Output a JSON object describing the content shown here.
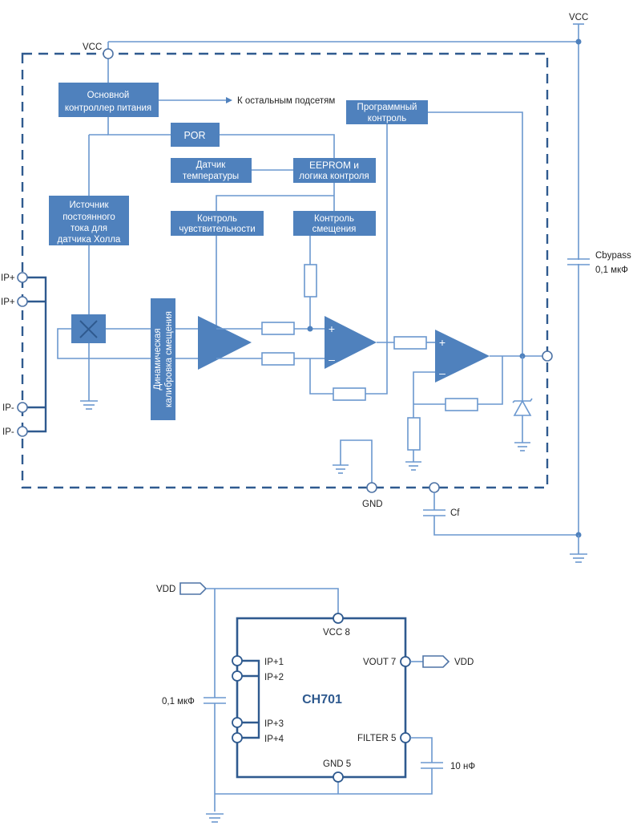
{
  "block_diagram": {
    "power_pin_label": "VCC",
    "external_vcc_label": "VCC",
    "blocks": {
      "main_power_controller": [
        "Основной",
        "контроллер питания"
      ],
      "other_subnets_label": "К остальным подсетям",
      "program_control": [
        "Программный",
        "контроль"
      ],
      "por": "POR",
      "temp_sensor": [
        "Датчик",
        "температуры"
      ],
      "eeprom_logic": [
        "EEPROM и",
        "логика контроля"
      ],
      "hall_current_source": [
        "Источник",
        "постоянного",
        "тока для",
        "датчика Холла"
      ],
      "sensitivity_control": [
        "Контроль",
        "чувствительности"
      ],
      "offset_control": [
        "Контроль",
        "смещения"
      ],
      "dynamic_offset_calibration": [
        "Динамическая",
        "калибровка смещения"
      ]
    },
    "input_pins": [
      "IP+",
      "IP+",
      "IP-",
      "IP-"
    ],
    "opamp_signs": {
      "plus": "+",
      "minus": "–"
    },
    "gnd_label": "GND",
    "cf_label": "Cf",
    "cbypass_label": "Cbypass",
    "cbypass_value": "0,1 мкФ"
  },
  "application_circuit": {
    "chip_name": "CH701",
    "vdd_in_label": "VDD",
    "vdd_out_label": "VDD",
    "pins": {
      "vcc": "VCC 8",
      "vout": "VOUT 7",
      "filter": "FILTER 5",
      "gnd": "GND 5",
      "ip1": "IP+1",
      "ip2": "IP+2",
      "ip3": "IP+3",
      "ip4": "IP+4"
    },
    "decoupling_cap": "0,1 мкФ",
    "filter_cap": "10 нФ"
  },
  "colors": {
    "block_fill": "#4f81bd",
    "wire": "#6a97cf",
    "border": "#2f5a8f"
  }
}
